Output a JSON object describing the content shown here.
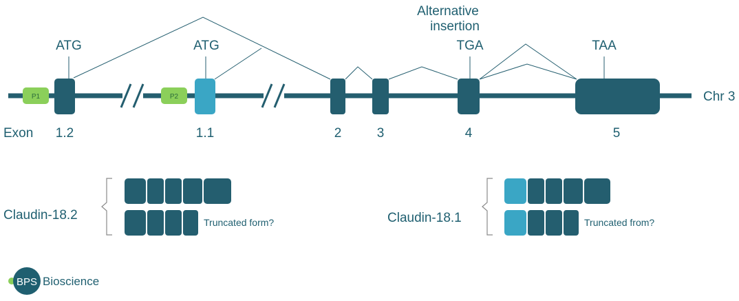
{
  "colors": {
    "dark": "#245e6f",
    "light": "#3aa6c5",
    "promoter": "#8bcf5a",
    "text": "#1f5f70"
  },
  "chromosome": {
    "label": "Chr 3"
  },
  "exon_row_label": "Exon",
  "promoters": [
    {
      "label": "P1"
    },
    {
      "label": "P2"
    }
  ],
  "exons": [
    {
      "label": "1.2",
      "annotation": "ATG"
    },
    {
      "label": "1.1",
      "annotation": "ATG"
    },
    {
      "label": "2",
      "annotation": ""
    },
    {
      "label": "3",
      "annotation": ""
    },
    {
      "label": "4",
      "annotation": "TGA",
      "note_line1": "Alternative",
      "note_line2": "insertion"
    },
    {
      "label": "5",
      "annotation": "TAA"
    }
  ],
  "isoforms": [
    {
      "name": "Claudin-18.2",
      "truncated_label": "Truncated form?"
    },
    {
      "name": "Claudin-18.1",
      "truncated_label": "Truncated from?"
    }
  ],
  "logo": {
    "brand": "BPS",
    "suffix": "Bioscience"
  }
}
